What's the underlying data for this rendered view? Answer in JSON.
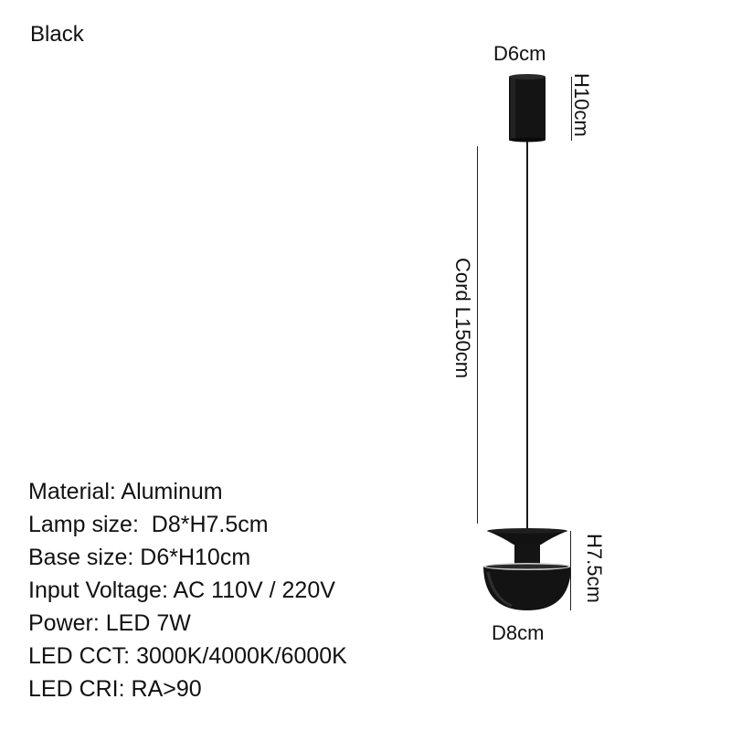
{
  "color_label": "Black",
  "dimensions": {
    "base_diameter": "D6cm",
    "base_height": "H10cm",
    "cord_length": "Cord L150cm",
    "lamp_height": "H7.5cm",
    "lamp_diameter": "D8cm"
  },
  "specs": [
    "Material: Aluminum",
    "Lamp size:  D8*H7.5cm",
    "Base size: D6*H10cm",
    "Input Voltage: AC 110V / 220V",
    "Power: LED 7W",
    "LED CCT: 3000K/4000K/6000K",
    "LED CRI: RA>90"
  ],
  "colors": {
    "lamp_body": "#111111",
    "text": "#111111",
    "background": "#ffffff"
  }
}
